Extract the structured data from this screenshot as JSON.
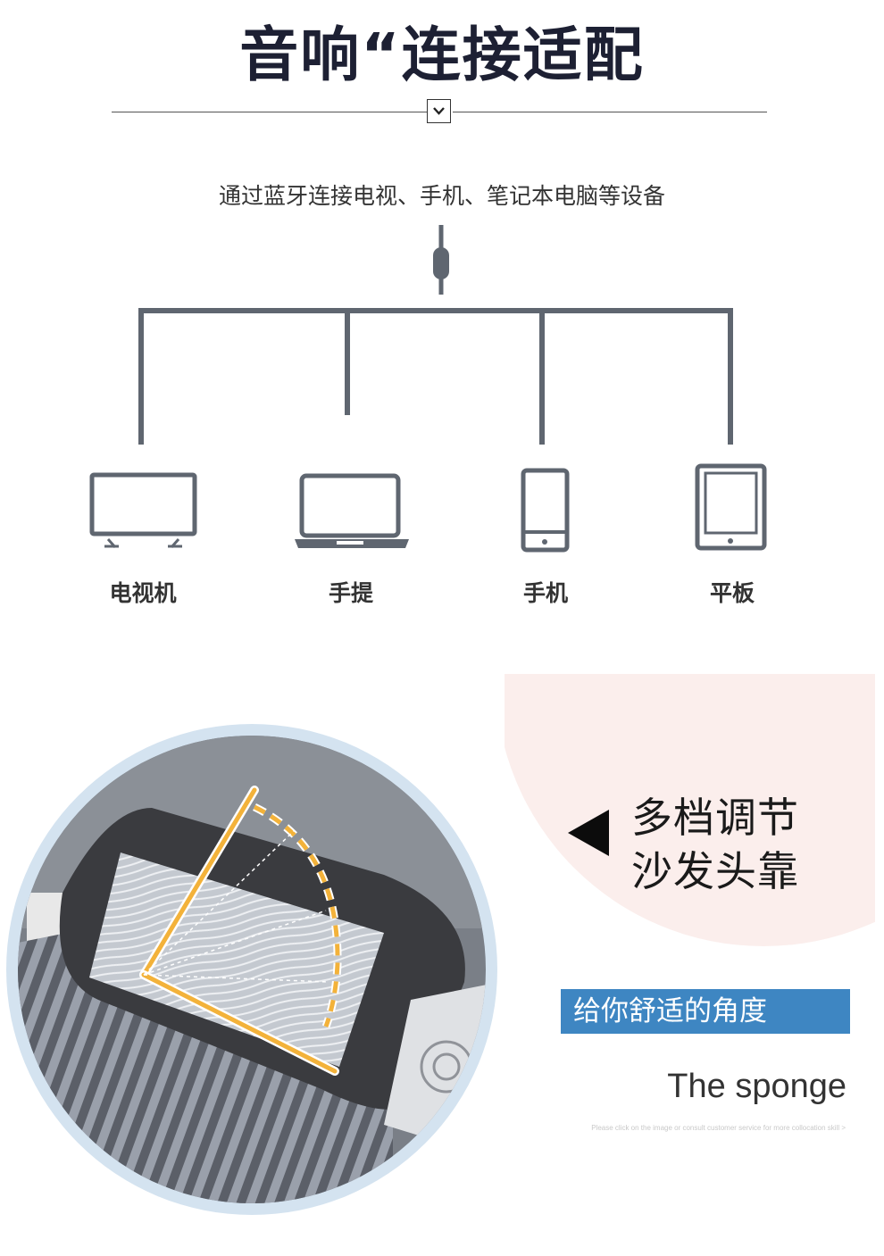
{
  "header": {
    "title": "音响“连接适配",
    "subtitle": "通过蓝牙连接电视、手机、笔记本电脑等设备"
  },
  "devices": [
    {
      "label": "电视机",
      "icon": "tv-icon"
    },
    {
      "label": "手提",
      "icon": "laptop-icon"
    },
    {
      "label": "手机",
      "icon": "phone-icon"
    },
    {
      "label": "平板",
      "icon": "tablet-icon"
    }
  ],
  "feature": {
    "line1": "多档调节",
    "line2": "沙发头靠",
    "banner": "给你舒适的角度",
    "sponge_title": "The sponge",
    "note": "Please click on the image or consult customer service for more collocation skill >"
  },
  "colors": {
    "title": "#1d2033",
    "icon_gray": "#5f6670",
    "banner_blue": "#3e86c2",
    "pink_circle": "#fbeeec",
    "accent_orange": "#f3b23a"
  }
}
